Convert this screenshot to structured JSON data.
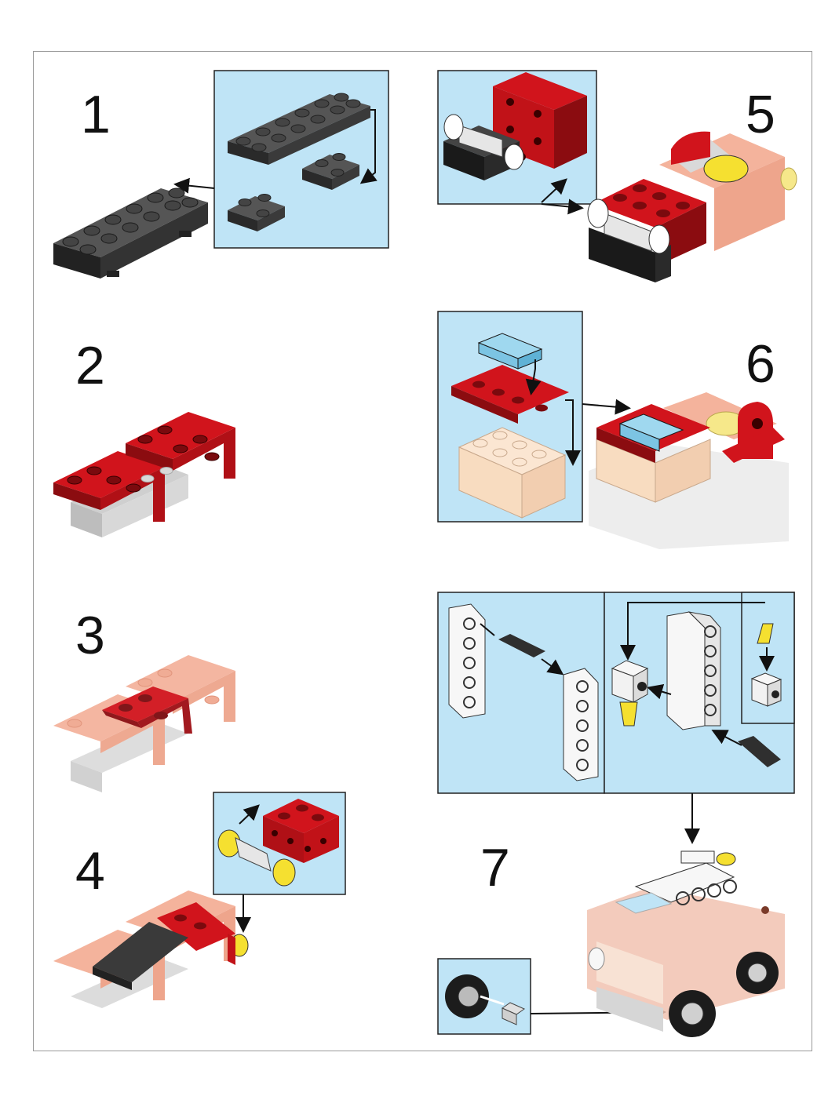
{
  "steps": [
    {
      "number": "1"
    },
    {
      "number": "2"
    },
    {
      "number": "3"
    },
    {
      "number": "4"
    },
    {
      "number": "5"
    },
    {
      "number": "6"
    },
    {
      "number": "7"
    }
  ],
  "substeps": [
    "1",
    "2"
  ],
  "colors": {
    "callout_bg": "#bfe4f6",
    "brick_dark": "#3a3a3a",
    "brick_red": "#d1141c",
    "brick_red_shadow": "#7a0a0e",
    "ghost": "#f2a78a",
    "gray": "#c8c8c8",
    "yellow": "#f5e030",
    "tan": "#f8dcc0",
    "trans_blue": "#9fd8ef"
  }
}
